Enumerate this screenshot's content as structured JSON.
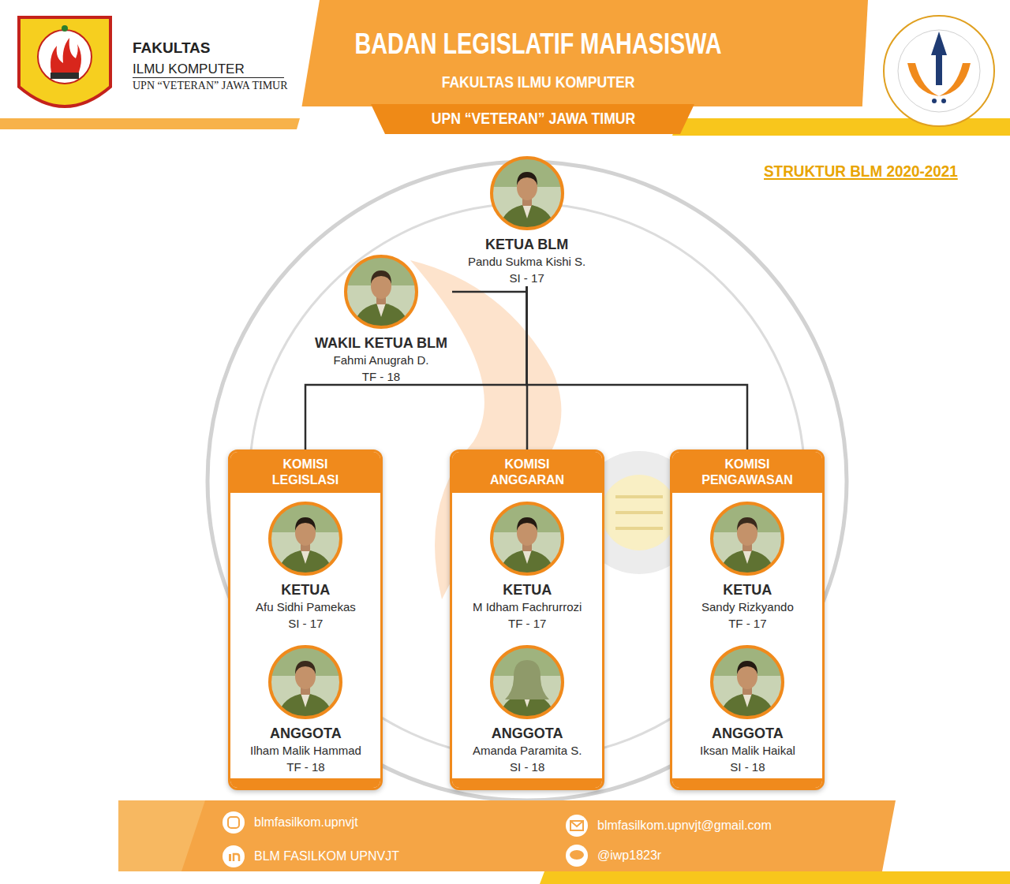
{
  "diagram": {
    "title": "BADAN LEGISLATIF MAHASISWA",
    "nodes": [
      {
        "text": [
          "KETUA BLM",
          "Pandu Sukma Kishi S.",
          "SI - 17"
        ]
      },
      {
        "text": [
          "WAKIL KETUA BLM",
          "Fahmi Anugrah D.",
          "TF - 18"
        ]
      },
      {
        "text": [
          "KOMISI LEGISLASI"
        ]
      },
      {
        "text": [
          "KETUA",
          "Afu Sidhi Pamekas",
          "SI - 17"
        ],
        "in": 2
      },
      {
        "text": [
          "ANGGOTA",
          "Ilham Malik Hammad",
          "TF - 18"
        ],
        "in": 2
      },
      {
        "text": [
          "KOMISI ANGGARAN"
        ]
      },
      {
        "text": [
          "KETUA",
          "M Idham Fachrurrozi",
          "TF - 17"
        ],
        "in": 5
      },
      {
        "text": [
          "ANGGOTA",
          "Amanda Paramita S.",
          "SI - 18"
        ],
        "in": 5
      },
      {
        "text": [
          "KOMISI PENGAWASAN"
        ]
      },
      {
        "text": [
          "KETUA",
          "Sandy Rizkyando",
          "TF - 17"
        ],
        "in": 8
      },
      {
        "text": [
          "ANGGOTA",
          "Iksan Malik Haikal",
          "SI - 18"
        ],
        "in": 8
      }
    ],
    "edges": [
      {
        "from": 0,
        "to": 1,
        "arrow": "none"
      },
      {
        "from": 0,
        "to": 2,
        "arrow": "none"
      },
      {
        "from": 0,
        "to": 5,
        "arrow": "none"
      },
      {
        "from": 0,
        "to": 8,
        "arrow": "none"
      }
    ],
    "labels": [
      "FAKULTAS ILMU KOMPUTER",
      "UPN “VETERAN” JAWA TIMUR",
      "STRUKTUR BLM 2020-2021",
      "FAKULTAS",
      "ILMU KOMPUTER",
      "UPN “VETERAN” JAWA TIMUR",
      "blmfasilkom.upnvjt",
      "BLM FASILKOM UPNVJT",
      "blmfasilkom.upnvjt@gmail.com",
      "@iwp1823r"
    ]
  }
}
